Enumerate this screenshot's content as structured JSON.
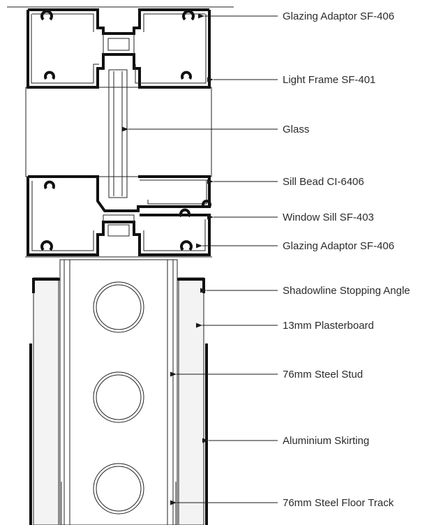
{
  "labels": {
    "glazing_adaptor_top": "Glazing Adaptor SF-406",
    "light_frame": "Light Frame SF-401",
    "glass": "Glass",
    "sill_bead": "Sill Bead CI-6406",
    "window_sill": "Window Sill SF-403",
    "glazing_adaptor_bottom": "Glazing Adaptor SF-406",
    "stopping_angle": "Shadowline Stopping Angle",
    "plasterboard": "13mm Plasterboard",
    "steel_stud": "76mm Steel Stud",
    "skirting": "Aluminium Skirting",
    "floor_track": "76mm Steel Floor Track"
  },
  "colors": {
    "line": "#1a1a1a",
    "text": "#2b2b2b",
    "wall_fill": "#f3f3f3"
  }
}
